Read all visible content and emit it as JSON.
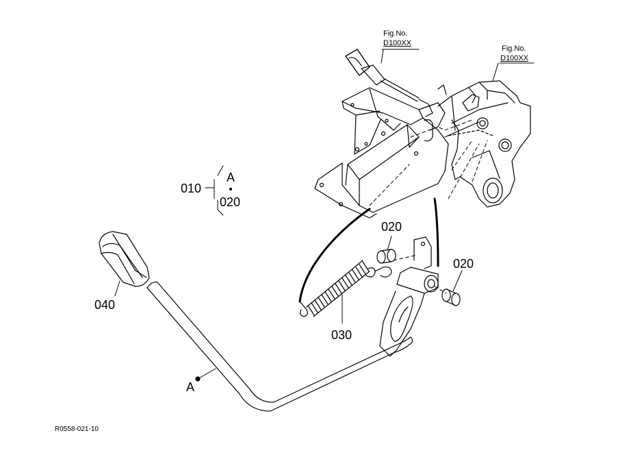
{
  "figure_refs": [
    {
      "title": "Fig.No.",
      "code": "D100XX"
    },
    {
      "title": "Fig.No.",
      "code": "D100XX"
    }
  ],
  "callouts": {
    "p010": "010",
    "a_top": "A",
    "a_bottom": "020",
    "p020_upper": "020",
    "p020_right": "020",
    "p030": "030",
    "p040": "040",
    "a_lever": "A"
  },
  "drawing_code": "R0558-021-10"
}
